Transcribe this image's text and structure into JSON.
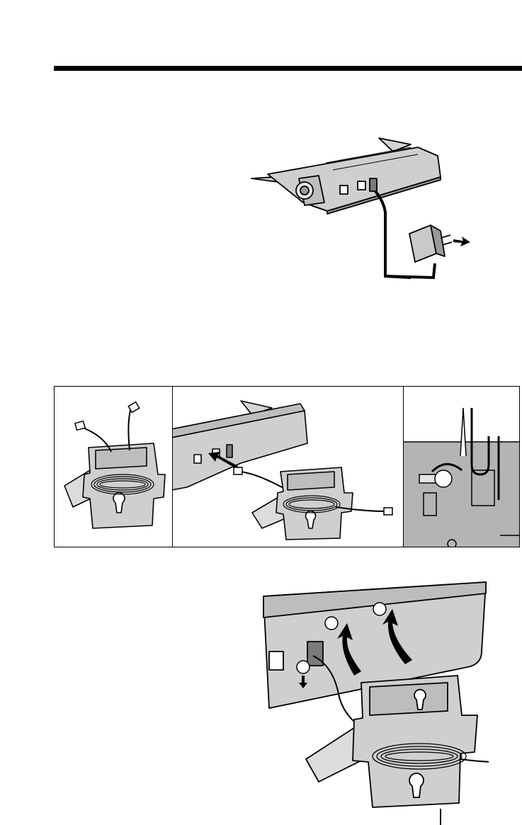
{
  "page": {
    "background": "#ffffff",
    "rule_color": "#000000",
    "device_color": "#c9c9c9",
    "wall_color": "#b4b4b4"
  },
  "figures": [
    {
      "name": "base-unit-ac-adaptor",
      "icon": "phone-base-with-ac-adaptor-illustration"
    },
    {
      "name": "cord-wound-on-bracket",
      "icon": "wall-bracket-with-wound-cord-illustration"
    },
    {
      "name": "cord-connected-to-base",
      "icon": "cord-connected-to-base-illustration"
    },
    {
      "name": "wall-mount-screw",
      "icon": "wall-screw-hook-illustration"
    },
    {
      "name": "bracket-attach-to-base",
      "icon": "attach-bracket-to-base-illustration"
    }
  ]
}
